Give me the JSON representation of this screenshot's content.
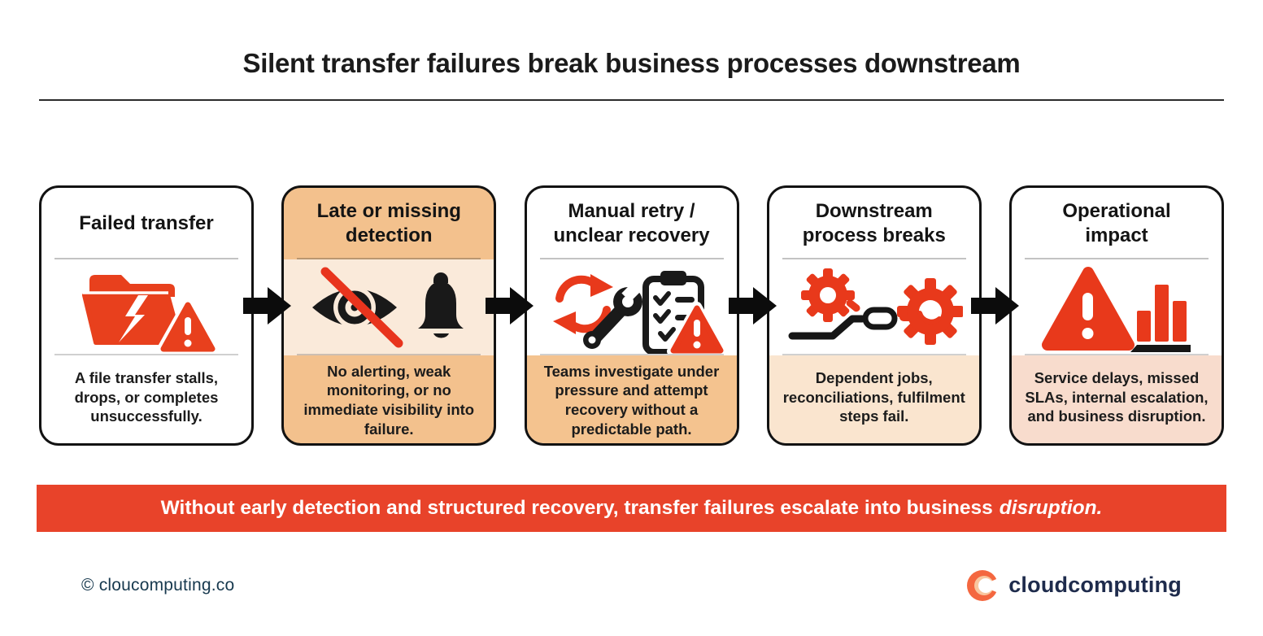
{
  "title": "Silent transfer failures break business processes downstream",
  "cards": [
    {
      "title": "Failed transfer",
      "description": "A file transfer stalls, drops, or completes unsuccessfully.",
      "icon": "broken-folder-warning-icon"
    },
    {
      "title": "Late or missing detection",
      "description": "No alerting, weak monitoring, or no immediate visibility into failure.",
      "icon": "eye-slash-bell-icon"
    },
    {
      "title": "Manual retry / unclear recovery",
      "description": "Teams investigate under pressure and attempt recovery without a predictable path.",
      "icon": "retry-wrench-checklist-warning-icon"
    },
    {
      "title": "Downstream process breaks",
      "description": "Dependent jobs, reconciliations, fulfilment steps fail.",
      "icon": "gears-broken-chain-icon"
    },
    {
      "title": "Operational impact",
      "description": "Service delays, missed SLAs, internal escalation, and business disruption.",
      "icon": "warning-declining-bars-icon"
    }
  ],
  "banner": {
    "text": "Without early detection and structured recovery, transfer failures escalate into business",
    "emphasis": "disruption."
  },
  "footer": {
    "copyright": "© cloucomputing.co",
    "brand": "cloudcomputing"
  },
  "colors": {
    "accent_red": "#E8401D",
    "banner_red": "#E8432A",
    "icon_black": "#191919",
    "card2_band": "#F3C18D",
    "card2_icon_band": "#FAEADA",
    "card3_body_band": "#F4C38F",
    "card4_body_band": "#FAE5CF",
    "card5_body_band": "#F8DCCD",
    "footer_navy": "#17394E",
    "brand_navy": "#1E2B4C",
    "logo_coral": "#F4673F"
  }
}
